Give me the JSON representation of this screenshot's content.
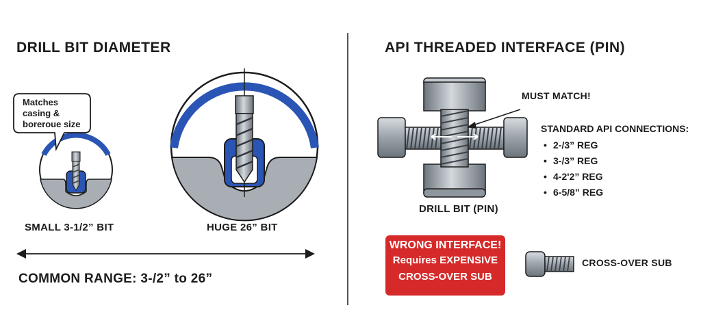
{
  "left_panel": {
    "title": "DRILL BIT DIAMETER",
    "callout": [
      "Matches",
      "casing &",
      "boreroue size"
    ],
    "small_bit_label": "SMALL 3-1/2” BIT",
    "huge_bit_label": "HUGE 26” BIT",
    "range_label": "COMMON RANGE: 3-/2” to 26”"
  },
  "right_panel": {
    "title": "API THREADED INTERFACE (PIN)",
    "must_match": "MUST MATCH!",
    "drill_bit_label": "DRILL BIT (PIN)",
    "connections_title": "STANDARD API CONNECTIONS:",
    "connections": [
      "2-/3” REG",
      "3-/3” REG",
      "4-2'2” REG",
      "6-5/8” REG"
    ],
    "warning": {
      "line1": "WRONG INTERFACE!",
      "line2": "Requires EXPENSIVE",
      "line3": "CROSS-OVER SUB"
    },
    "crossover_label": "CROSS-OVER SUB"
  },
  "colors": {
    "accent_blue": "#2a55b5",
    "warning_red": "#d62a2a",
    "steel": "#a8aeb4"
  },
  "icons": [
    "drill-bit-icon",
    "coupling-icon",
    "crossover-sub-icon",
    "double-arrow-icon"
  ]
}
